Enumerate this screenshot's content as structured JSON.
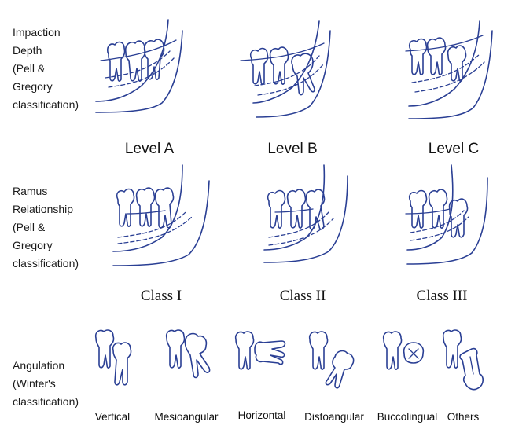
{
  "frame_color": "#6a6a6a",
  "ink_color": "#2a3f94",
  "rows": {
    "depth": {
      "label_lines": [
        "Impaction",
        "Depth",
        "(Pell &",
        "Gregory",
        "classification)"
      ],
      "captions": [
        "Level A",
        "Level B",
        "Level C"
      ]
    },
    "ramus": {
      "label_lines": [
        "Ramus",
        "Relationship",
        "(Pell &",
        "Gregory",
        "classification)"
      ],
      "captions": [
        "Class I",
        "Class II",
        "Class III"
      ]
    },
    "angulation": {
      "label_lines": [
        "Angulation",
        "(Winter's",
        "classification)"
      ],
      "captions": [
        "Vertical",
        "Mesioangular",
        "Horizontal",
        "Distoangular",
        "Buccolingual",
        "Others"
      ]
    }
  }
}
